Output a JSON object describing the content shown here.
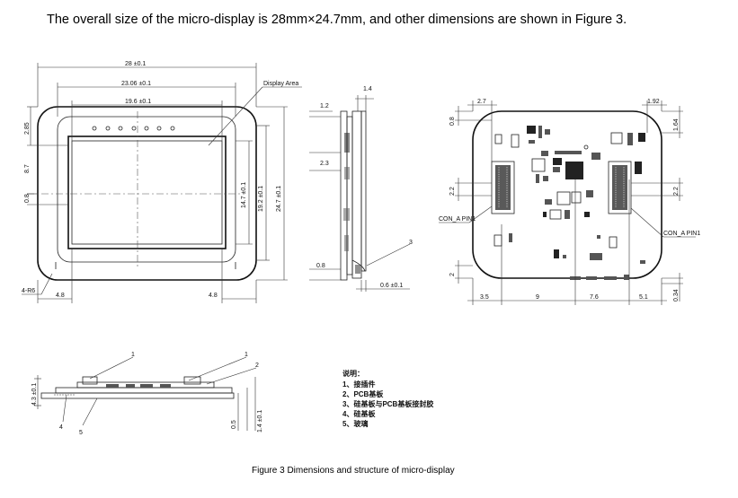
{
  "intro_text": "The overall size of the micro-display is 28mm×24.7mm, and other dimensions are shown in Figure 3.",
  "caption": "Figure 3 Dimensions and structure of micro-display",
  "front_view": {
    "dim_overall_width": "28 ±0.1",
    "dim_inner_width": "23.06 ±0.1",
    "dim_display_width": "19.6 ±0.1",
    "label_display_area": "Display Area",
    "dim_left_a": "2.85",
    "dim_left_b": "8.7",
    "dim_left_c": "0.8",
    "dim_corner": "4-R6",
    "dim_bottom_left": "4.8",
    "dim_bottom_right": "4.8",
    "dim_display_height": "14.7 ±0.1",
    "dim_inner_height": "19.2 ±0.1",
    "dim_overall_height": "24.7 ±0.1"
  },
  "side_view": {
    "dim_top": "1.4",
    "dim_a": "1.2",
    "dim_b": "2.3",
    "dim_c": "0.8",
    "dim_d": "0.6 ±0.1",
    "callout": "3"
  },
  "back_view": {
    "dim_top_left": "2.7",
    "dim_top_right": "1.92",
    "dim_left_a": "0.8",
    "dim_left_b": "2.2",
    "dim_left_c": "2",
    "dim_right_a": "1.64",
    "dim_right_b": "2.2",
    "dim_right_c": "0.34",
    "conn_left": "CON_A PIN1",
    "conn_right": "CON_A PIN1",
    "dim_b1": "3.5",
    "dim_b2": "9",
    "dim_b3": "7.6",
    "dim_b4": "5.1"
  },
  "section_view": {
    "dim_left": "4.3 ±0.1",
    "dim_a": "0.5",
    "dim_b": "1.4 ±0.1",
    "callout_1": "1",
    "callout_2": "2",
    "callout_4": "4",
    "callout_5": "5"
  },
  "legend": {
    "title": "说明：",
    "items": [
      "1、接插件",
      "2、PCB基板",
      "3、硅基板与PCB基板接封胶",
      "4、硅基板",
      "5、玻璃"
    ]
  }
}
